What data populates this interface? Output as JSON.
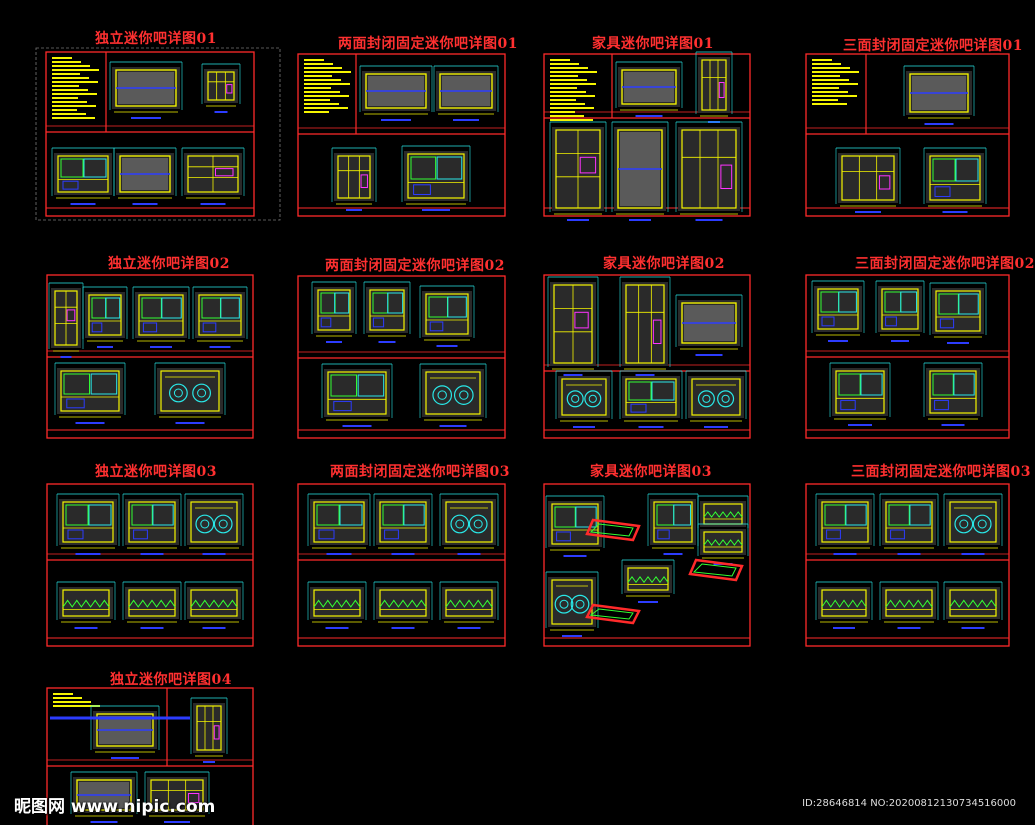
{
  "sheets": [
    {
      "title": "独立迷你吧详图01"
    },
    {
      "title": "两面封闭固定迷你吧详图01"
    },
    {
      "title": "家具迷你吧详图01"
    },
    {
      "title": "三面封闭固定迷你吧详图01"
    },
    {
      "title": "独立迷你吧详图02"
    },
    {
      "title": "两面封闭固定迷你吧详图02"
    },
    {
      "title": "家具迷你吧详图02"
    },
    {
      "title": "三面封闭固定迷你吧详图02"
    },
    {
      "title": "独立迷你吧详图03"
    },
    {
      "title": "两面封闭固定迷你吧详图03"
    },
    {
      "title": "家具迷你吧详图03"
    },
    {
      "title": "三面封闭固定迷你吧详图03"
    },
    {
      "title": "独立迷你吧详图04"
    }
  ],
  "watermark": {
    "site": "昵图网 www.nipic.com",
    "id_text": "ID:28646814 NO:20200812130734516000"
  },
  "colors": {
    "background": "#000000",
    "frame": "#ff2a2a",
    "drawing_yellow": "#f5f500",
    "drawing_cyan": "#29e8e8",
    "drawing_blue": "#2c3cff",
    "drawing_green": "#33ff33",
    "drawing_magenta": "#ff33ff",
    "title": "#ff3030"
  }
}
